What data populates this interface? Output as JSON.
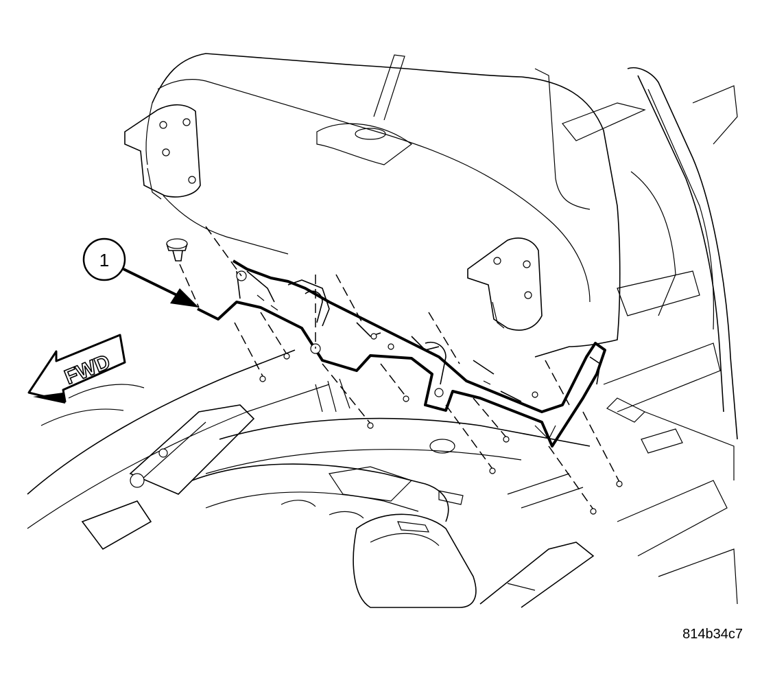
{
  "callout": {
    "number": "1"
  },
  "direction": {
    "label": "FWD"
  },
  "figure": {
    "id": "814b34c7"
  }
}
